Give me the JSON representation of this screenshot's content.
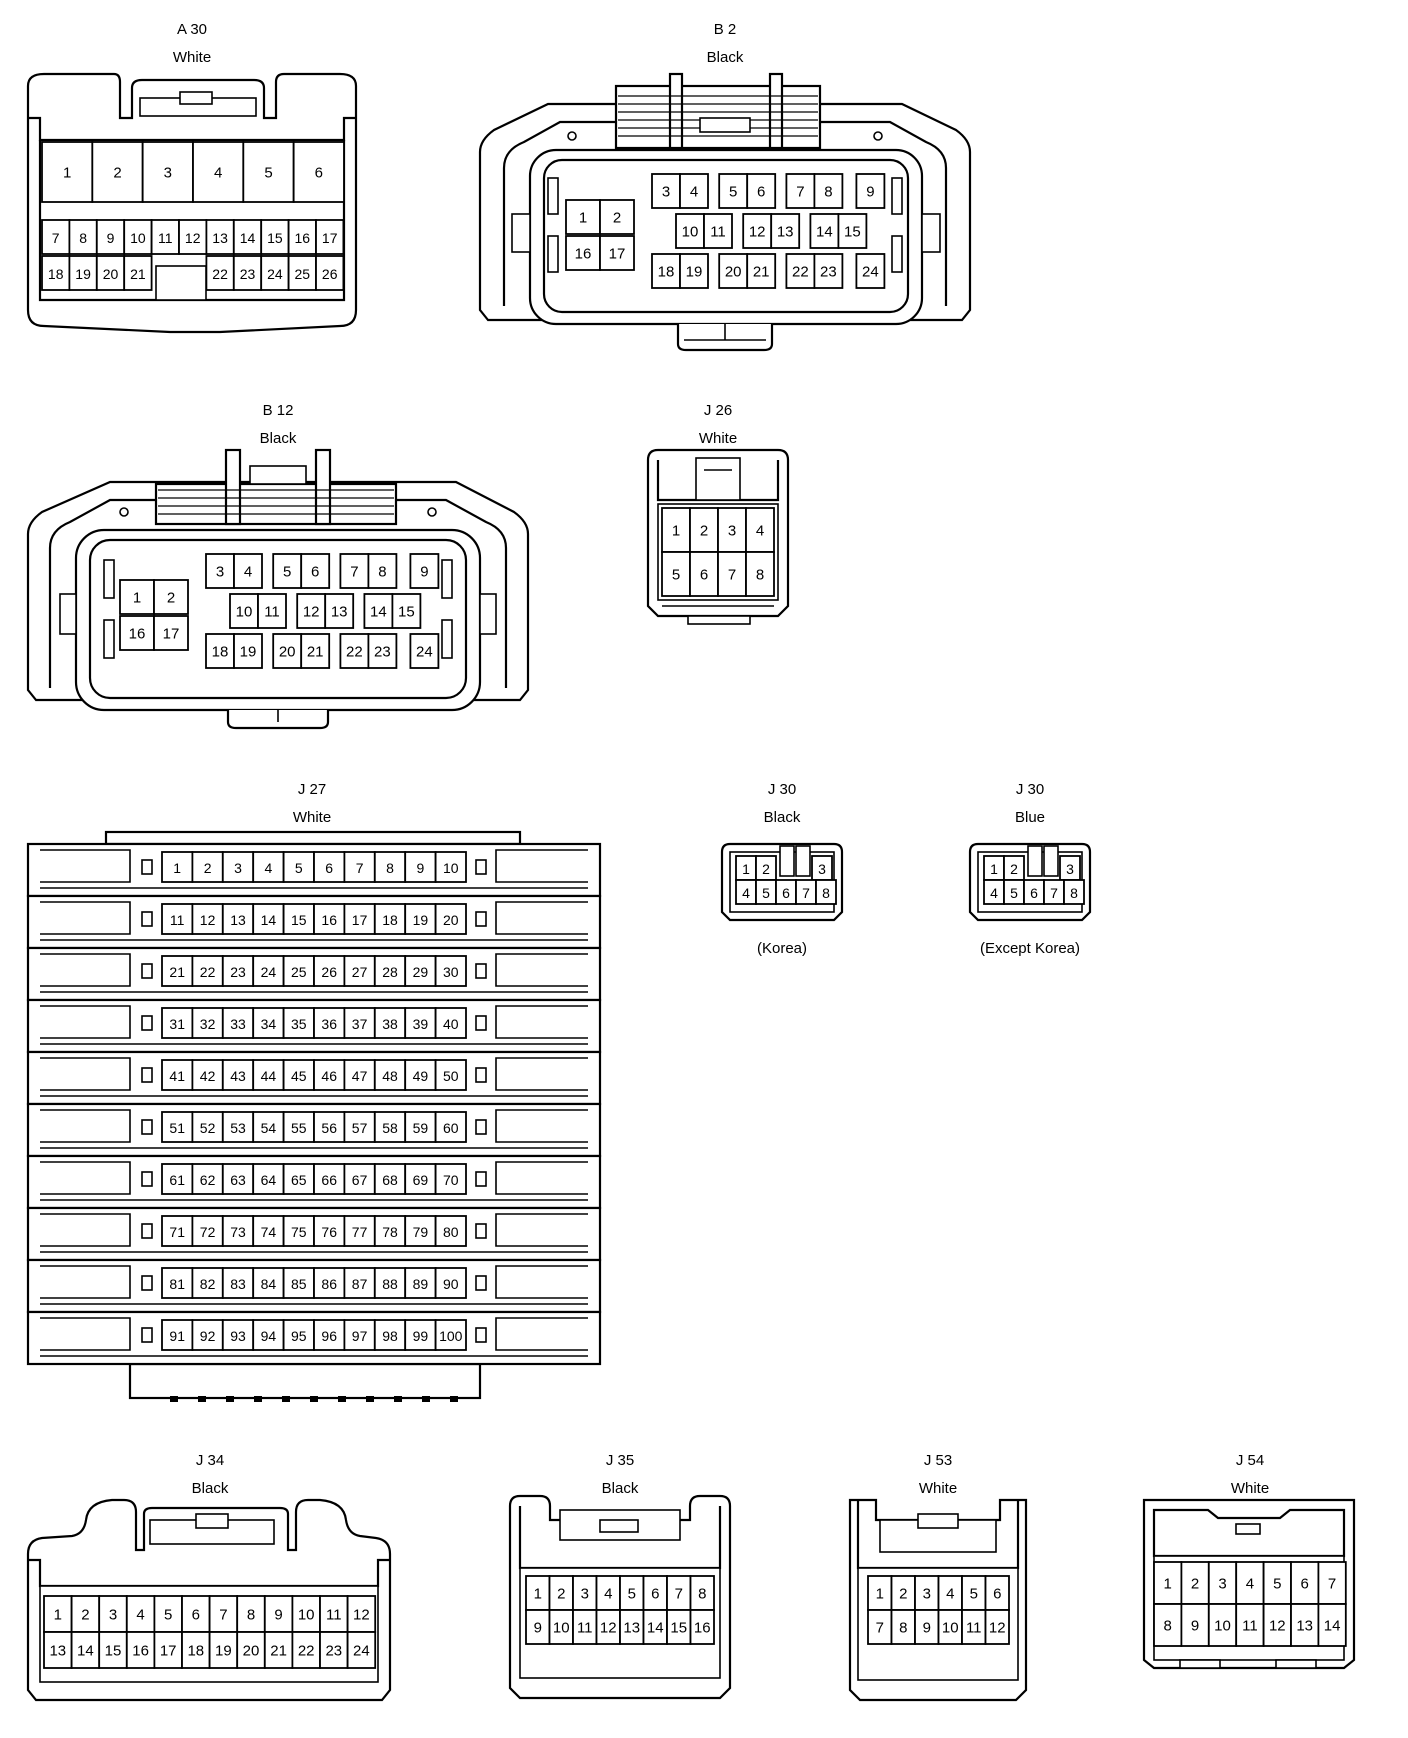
{
  "connectors": {
    "a30": {
      "code": "A 30",
      "color": "White"
    },
    "b2": {
      "code": "B 2",
      "color": "Black"
    },
    "b12": {
      "code": "B 12",
      "color": "Black"
    },
    "j26": {
      "code": "J 26",
      "color": "White"
    },
    "j27": {
      "code": "J 27",
      "color": "White"
    },
    "j30_korea": {
      "code": "J 30",
      "color": "Black",
      "note": "(Korea)"
    },
    "j30_except": {
      "code": "J 30",
      "color": "Blue",
      "note": "(Except Korea)"
    },
    "j34": {
      "code": "J 34",
      "color": "Black"
    },
    "j35": {
      "code": "J 35",
      "color": "Black"
    },
    "j53": {
      "code": "J 53",
      "color": "White"
    },
    "j54": {
      "code": "J 54",
      "color": "White"
    }
  },
  "pins": {
    "a30": [
      "1",
      "2",
      "3",
      "4",
      "5",
      "6",
      "7",
      "8",
      "9",
      "10",
      "11",
      "12",
      "13",
      "14",
      "15",
      "16",
      "17",
      "18",
      "19",
      "20",
      "21",
      "22",
      "23",
      "24",
      "25",
      "26"
    ],
    "b2": [
      "1",
      "2",
      "3",
      "4",
      "5",
      "6",
      "7",
      "8",
      "9",
      "10",
      "11",
      "12",
      "13",
      "14",
      "15",
      "16",
      "17",
      "18",
      "19",
      "20",
      "21",
      "22",
      "23",
      "24"
    ],
    "b12": [
      "1",
      "2",
      "3",
      "4",
      "5",
      "6",
      "7",
      "8",
      "9",
      "10",
      "11",
      "12",
      "13",
      "14",
      "15",
      "16",
      "17",
      "18",
      "19",
      "20",
      "21",
      "22",
      "23",
      "24"
    ],
    "j26": [
      "1",
      "2",
      "3",
      "4",
      "5",
      "6",
      "7",
      "8"
    ],
    "j30_korea": [
      "1",
      "2",
      "3",
      "4",
      "5",
      "6",
      "7",
      "8"
    ],
    "j30_except": [
      "1",
      "2",
      "3",
      "4",
      "5",
      "6",
      "7",
      "8"
    ],
    "j34": [
      "1",
      "2",
      "3",
      "4",
      "5",
      "6",
      "7",
      "8",
      "9",
      "10",
      "11",
      "12",
      "13",
      "14",
      "15",
      "16",
      "17",
      "18",
      "19",
      "20",
      "21",
      "22",
      "23",
      "24"
    ],
    "j35": [
      "1",
      "2",
      "3",
      "4",
      "5",
      "6",
      "7",
      "8",
      "9",
      "10",
      "11",
      "12",
      "13",
      "14",
      "15",
      "16"
    ],
    "j53": [
      "1",
      "2",
      "3",
      "4",
      "5",
      "6",
      "7",
      "8",
      "9",
      "10",
      "11",
      "12"
    ],
    "j54": [
      "1",
      "2",
      "3",
      "4",
      "5",
      "6",
      "7",
      "8",
      "9",
      "10",
      "11",
      "12",
      "13",
      "14"
    ]
  },
  "j27_pin_count": 100
}
